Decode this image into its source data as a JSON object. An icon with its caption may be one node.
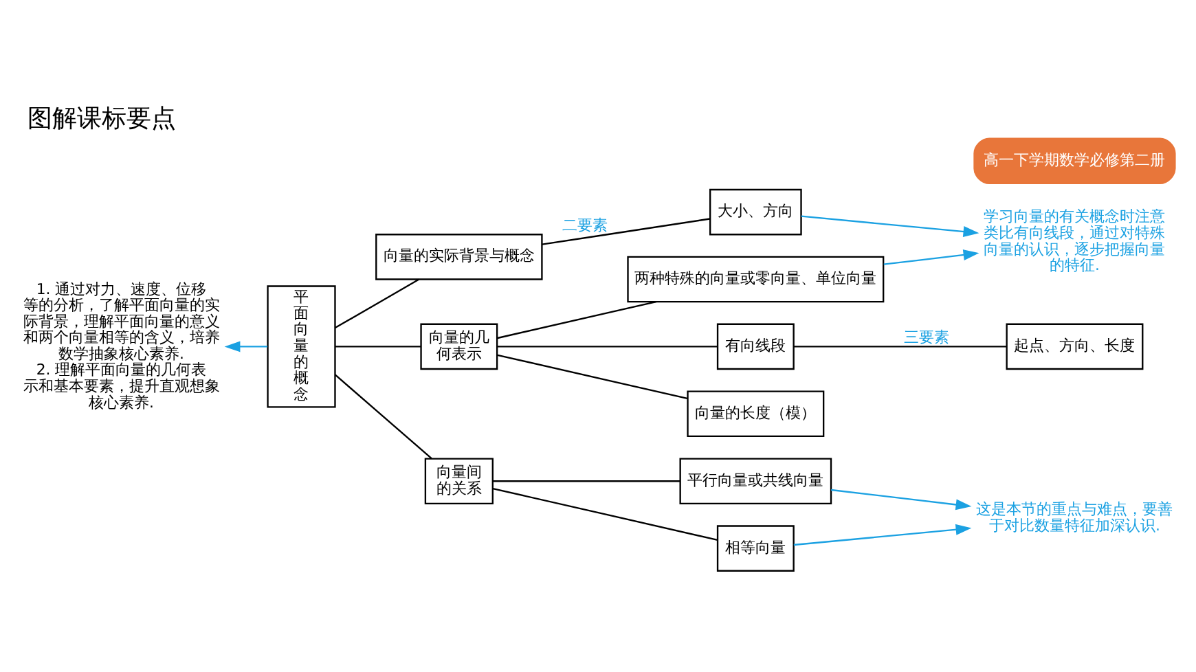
{
  "diagram": {
    "title": "图解课标要点",
    "nodes": [
      {
        "text": [
          "平面向量的概念"
        ]
      },
      {
        "text": [
          "向量的实际背景与概念"
        ]
      },
      {
        "text": [
          "大小、方向"
        ]
      },
      {
        "text": [
          "向量的几何表示"
        ]
      },
      {
        "text": [
          "有向线段"
        ]
      },
      {
        "text": [
          "起点、方向、长度"
        ]
      },
      {
        "text": [
          "向量的长度（模）"
        ]
      },
      {
        "text": [
          "两种特殊的向量或零向量、单位向量"
        ]
      },
      {
        "text": [
          "向量间的关系"
        ]
      },
      {
        "text": [
          "平行向量或共线向量"
        ]
      },
      {
        "text": [
          "相等向量"
        ]
      },
      {
        "text": [
          "学习向量的有关概念时注意类比有向线段，通过对特殊向量的认识，逐步把握向量的特征."
        ]
      },
      {
        "text": [
          "这是本节的重点与难点，要善于对比数量特征加深认识."
        ]
      },
      {
        "text": [
          "1. 通过对力、速度、位移等的分析，了解平面向量的实际背景，理解平面向量的意义和两个向量相等的含义，培养数学抽象核心素养.",
          "2. 理解平面向量的几何表示和基本要素，提升直观想象核心素养."
        ]
      }
    ],
    "edges": [
      {
        "from": 0,
        "to": 13,
        "arrow": "to",
        "color": "#1ba1e2"
      },
      {
        "from": 0,
        "to": 1,
        "arrow": "none"
      },
      {
        "from": 0,
        "to": 3,
        "arrow": "none"
      },
      {
        "from": 0,
        "to": 8,
        "arrow": "none"
      },
      {
        "from": 1,
        "to": 2,
        "arrow": "none",
        "label": "二要素"
      },
      {
        "from": 3,
        "to": 4,
        "arrow": "none"
      },
      {
        "from": 3,
        "to": 6,
        "arrow": "none"
      },
      {
        "from": 3,
        "to": 7,
        "arrow": "none"
      },
      {
        "from": 4,
        "to": 5,
        "arrow": "none",
        "label": "三要素"
      },
      {
        "from": 8,
        "to": 9,
        "arrow": "none"
      },
      {
        "from": 8,
        "to": 10,
        "arrow": "none"
      },
      {
        "from": 2,
        "to": 11,
        "arrow": "to",
        "color": "#1ba1e2"
      },
      {
        "from": 7,
        "to": 11,
        "arrow": "to",
        "color": "#1ba1e2"
      },
      {
        "from": 9,
        "to": 12,
        "arrow": "to",
        "color": "#1ba1e2"
      },
      {
        "from": 10,
        "to": 12,
        "arrow": "to",
        "color": "#1ba1e2"
      }
    ],
    "labels": [
      "高一下学期数学必修第二册"
    ]
  }
}
